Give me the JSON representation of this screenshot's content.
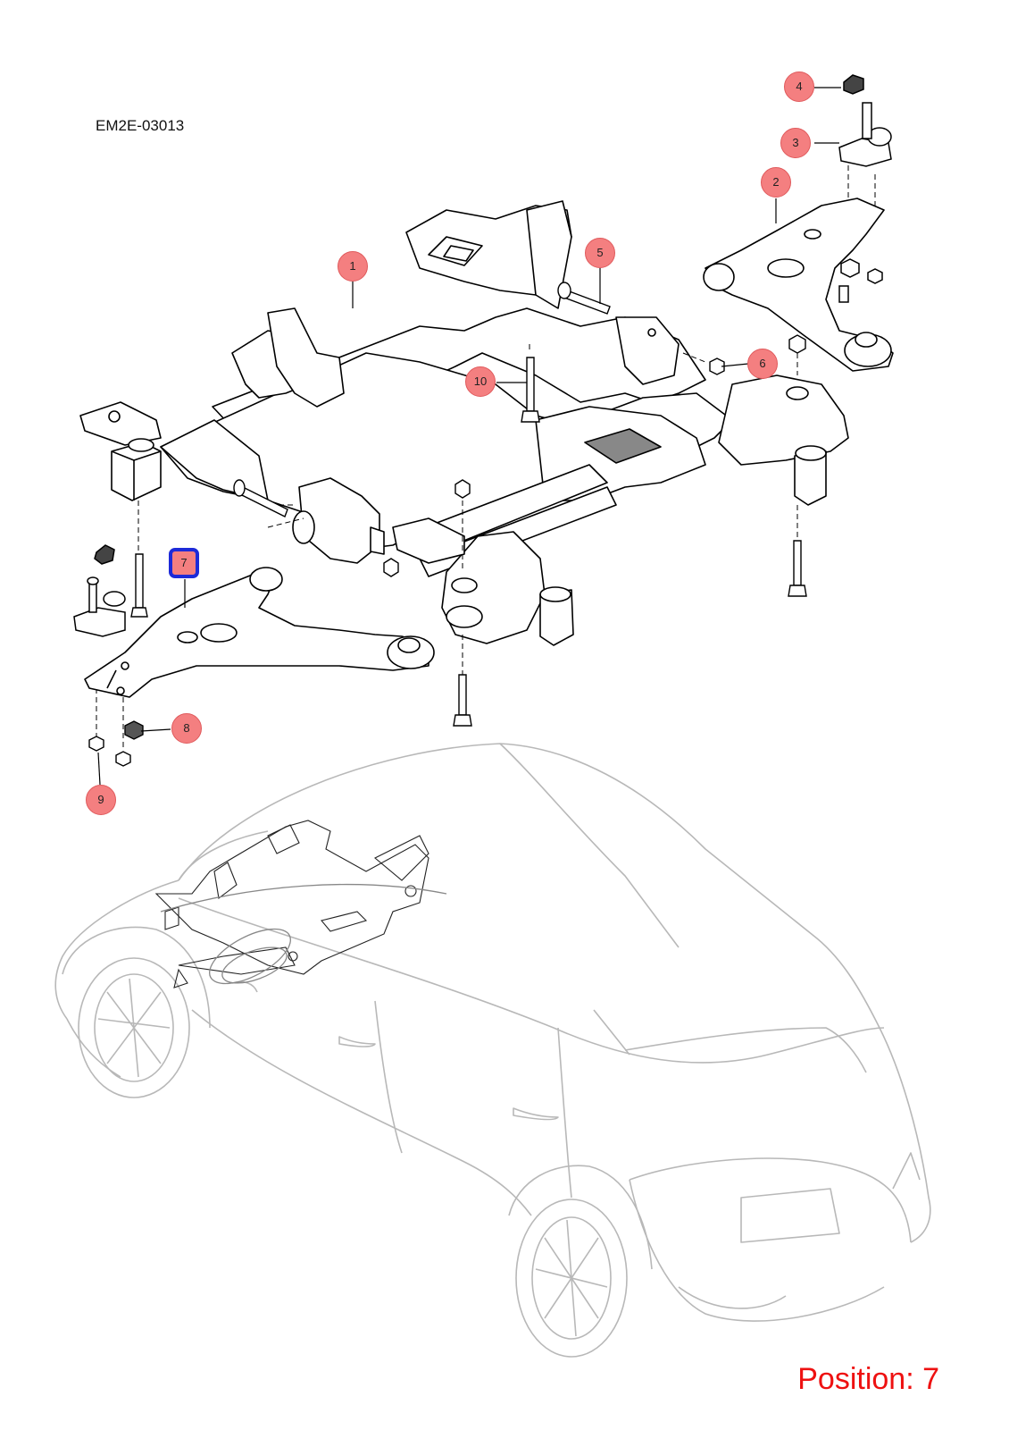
{
  "diagram": {
    "code": "EM2E-03013",
    "position_text": "Position: 7",
    "selected_callout": "7"
  },
  "callouts": [
    {
      "id": "1",
      "label": "1"
    },
    {
      "id": "2",
      "label": "2"
    },
    {
      "id": "3",
      "label": "3"
    },
    {
      "id": "4",
      "label": "4"
    },
    {
      "id": "5",
      "label": "5"
    },
    {
      "id": "6",
      "label": "6"
    },
    {
      "id": "7",
      "label": "7"
    },
    {
      "id": "8",
      "label": "8"
    },
    {
      "id": "9",
      "label": "9"
    },
    {
      "id": "10",
      "label": "10"
    }
  ],
  "colors": {
    "callout_fill": "#f47f80",
    "callout_selected_border": "#1d2ad8",
    "position_text": "#ee1111",
    "linework": "#000000",
    "vehicle_ghost": "#b5b5b5"
  }
}
